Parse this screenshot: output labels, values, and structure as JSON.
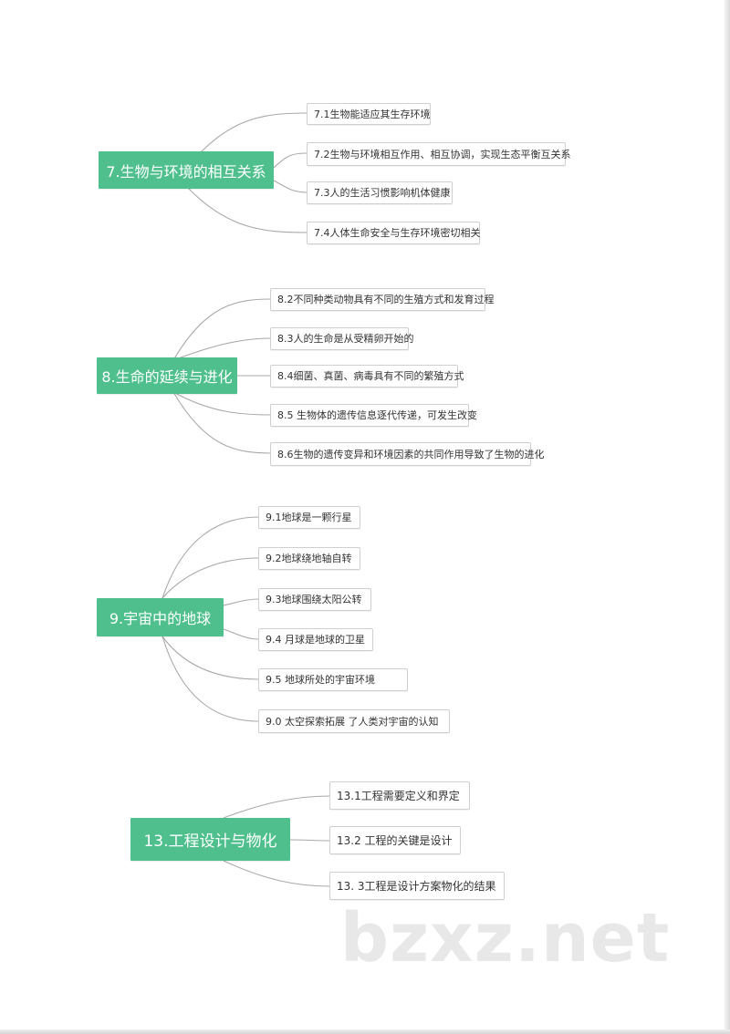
{
  "mindmap": {
    "groups": [
      {
        "title": "7.生物与环境的相互关系",
        "items": [
          "7.1生物能适应其生存环境",
          "7.2生物与环境相互作用、相互协调，实现生态平衡互关系",
          "7.3人的生活习惯影响机体健康",
          "7.4人体生命安全与生存环境密切相关"
        ]
      },
      {
        "title": "8.生命的延续与进化",
        "items": [
          "8.2不同种类动物具有不同的生殖方式和发育过程",
          "8.3人的生命是从受精卵开始的",
          "8.4细菌、真菌、病毒具有不同的繁殖方式",
          "8.5 生物体的遗传信息逐代传递，可发生改变",
          "8.6生物的遗传变异和环境因素的共同作用导致了生物的进化"
        ]
      },
      {
        "title": "9.宇宙中的地球",
        "items": [
          "9.1地球是一颗行星",
          "9.2地球绕地轴自转",
          "9.3地球围绕太阳公转",
          "9.4 月球是地球的卫星",
          "9.5 地球所处的宇宙环境",
          "9.0 太空探索拓展 了人类对宇宙的认知"
        ]
      },
      {
        "title": "13.工程设计与物化",
        "items": [
          "13.1工程需要定义和界定",
          "13.2 工程的关键是设计",
          "13. 3工程是设计方案物化的结果"
        ]
      }
    ]
  },
  "watermark": "bzxz.net",
  "colors": {
    "root_fill": "#4fc08d",
    "root_text": "#ffffff",
    "leaf_border": "#cfcfcf",
    "connector": "#a9a9a9"
  }
}
